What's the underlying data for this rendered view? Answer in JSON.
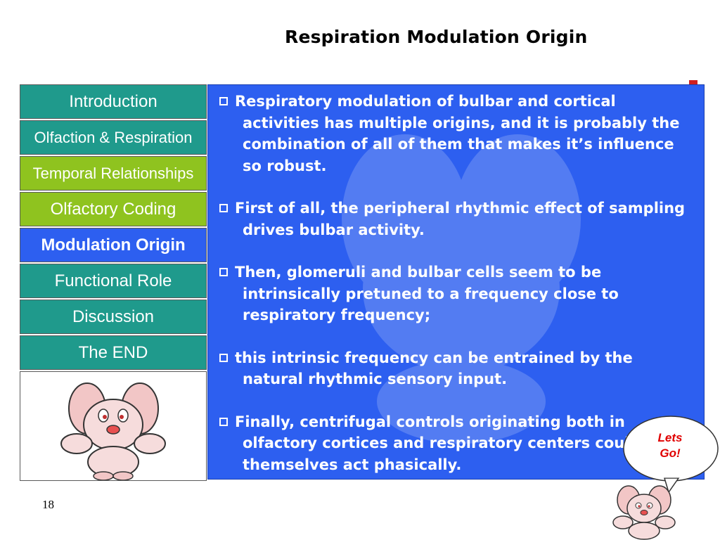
{
  "slide": {
    "title": "Respiration Modulation Origin",
    "page_number": "18"
  },
  "nav": {
    "items": [
      {
        "label": "Introduction"
      },
      {
        "label": "Olfaction & Respiration"
      },
      {
        "label": "Temporal Relationships"
      },
      {
        "label": "Olfactory Coding"
      },
      {
        "label": "Modulation Origin"
      },
      {
        "label": "Functional Role"
      },
      {
        "label": "Discussion"
      },
      {
        "label": "The END"
      }
    ]
  },
  "content": {
    "bullets": [
      "Respiratory modulation of bulbar and cortical activities has multiple origins, and it is probably the combination of all of them that makes it’s influence so robust.",
      "First of all, the peripheral rhythmic effect of sampling drives bulbar activity.",
      "Then, glomeruli and bulbar cells seem to be intrinsically pretuned to a frequency close to respiratory frequency;",
      "this intrinsic frequency can be entrained by the natural rhythmic sensory input.",
      "Finally, centrifugal controls originating both in olfactory cortices and respiratory centers could themselves act phasically."
    ]
  },
  "callout": {
    "line1": "Lets",
    "line2": "Go!"
  },
  "colors": {
    "teal": "#1f9a8c",
    "green": "#8fc31f",
    "active_blue": "#2d5ff0",
    "callout_red": "#e00000"
  }
}
